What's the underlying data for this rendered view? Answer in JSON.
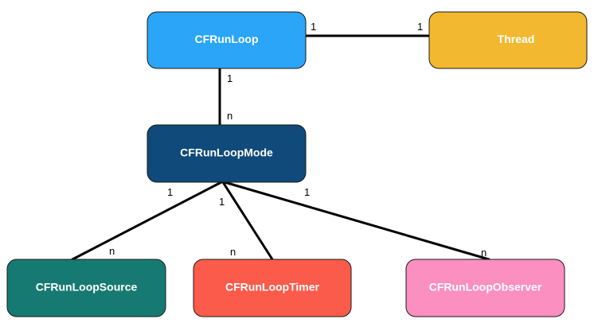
{
  "nodes": {
    "cfrunloop": {
      "label": "CFRunLoop",
      "color": "#2aa5f7"
    },
    "thread": {
      "label": "Thread",
      "color": "#f2b82f"
    },
    "cfrunloopmode": {
      "label": "CFRunLoopMode",
      "color": "#0f4a7a"
    },
    "cfrunloopsource": {
      "label": "CFRunLoopSource",
      "color": "#177a72"
    },
    "cfrunlooptimer": {
      "label": "CFRunLoopTimer",
      "color": "#fb5b4b"
    },
    "cfrunloopobserver": {
      "label": "CFRunLoopObserver",
      "color": "#fb8fc0"
    }
  },
  "edges": {
    "runloop_thread": {
      "from_mult": "1",
      "to_mult": "1"
    },
    "runloop_mode": {
      "from_mult": "1",
      "to_mult": "n"
    },
    "mode_source": {
      "from_mult": "1",
      "to_mult": "n"
    },
    "mode_timer": {
      "from_mult": "1",
      "to_mult": "n"
    },
    "mode_observer": {
      "from_mult": "1",
      "to_mult": "n"
    }
  }
}
